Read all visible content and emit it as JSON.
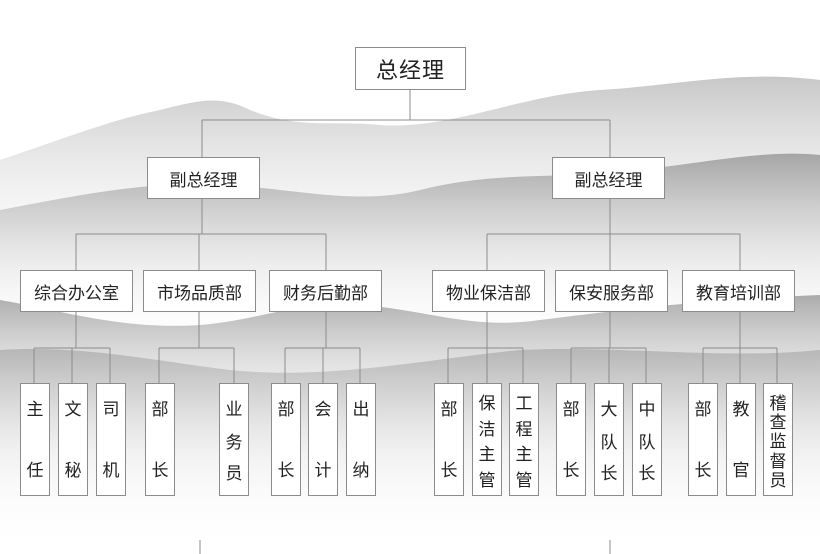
{
  "root": "总经理",
  "vp_left": "副总经理",
  "vp_right": "副总经理",
  "departments": [
    "综合办公室",
    "市场品质部",
    "财务后勤部",
    "物业保洁部",
    "保安服务部",
    "教育培训部"
  ],
  "roles": {
    "office": [
      "主任",
      "文秘",
      "司机"
    ],
    "market": [
      "部长",
      "业务员"
    ],
    "finance": [
      "部长",
      "会计",
      "出纳"
    ],
    "property": [
      "部长",
      "保洁主管",
      "工程主管"
    ],
    "security": [
      "部长",
      "大队长",
      "中队长"
    ],
    "training": [
      "部长",
      "教官",
      "稽查监督员"
    ]
  },
  "colors": {
    "line": "#8c8c8c",
    "border": "#8c8c8c",
    "text": "#222222"
  }
}
